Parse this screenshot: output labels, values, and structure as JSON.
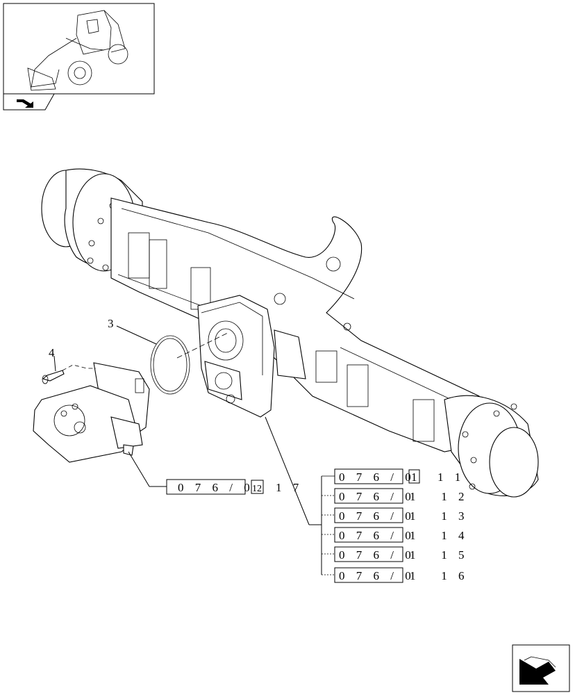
{
  "callouts": [
    {
      "id": "3",
      "label": "3"
    },
    {
      "id": "4",
      "label": "4"
    }
  ],
  "motor_reference": {
    "prefix": "0 7 6 / 0",
    "boxed": "12",
    "suffix": "1 7"
  },
  "axle_references": [
    {
      "prefix": "0 7 6 / 0",
      "boxed": "1",
      "suffix": "1 1"
    },
    {
      "prefix": "0 7 6 / 0",
      "boxed": "",
      "suffix": "1   1 2"
    },
    {
      "prefix": "0 7 6 / 0",
      "boxed": "",
      "suffix": "1   1 3"
    },
    {
      "prefix": "0 7 6 / 0",
      "boxed": "",
      "suffix": "1   1 4"
    },
    {
      "prefix": "0 7 6 / 0",
      "boxed": "",
      "suffix": "1   1 5"
    },
    {
      "prefix": "0 7 6 / 0",
      "boxed": "",
      "suffix": "1   1 6"
    }
  ],
  "icons": [
    "loader-thumbnail-icon",
    "back-arrow-icon",
    "next-page-arrow-icon"
  ]
}
